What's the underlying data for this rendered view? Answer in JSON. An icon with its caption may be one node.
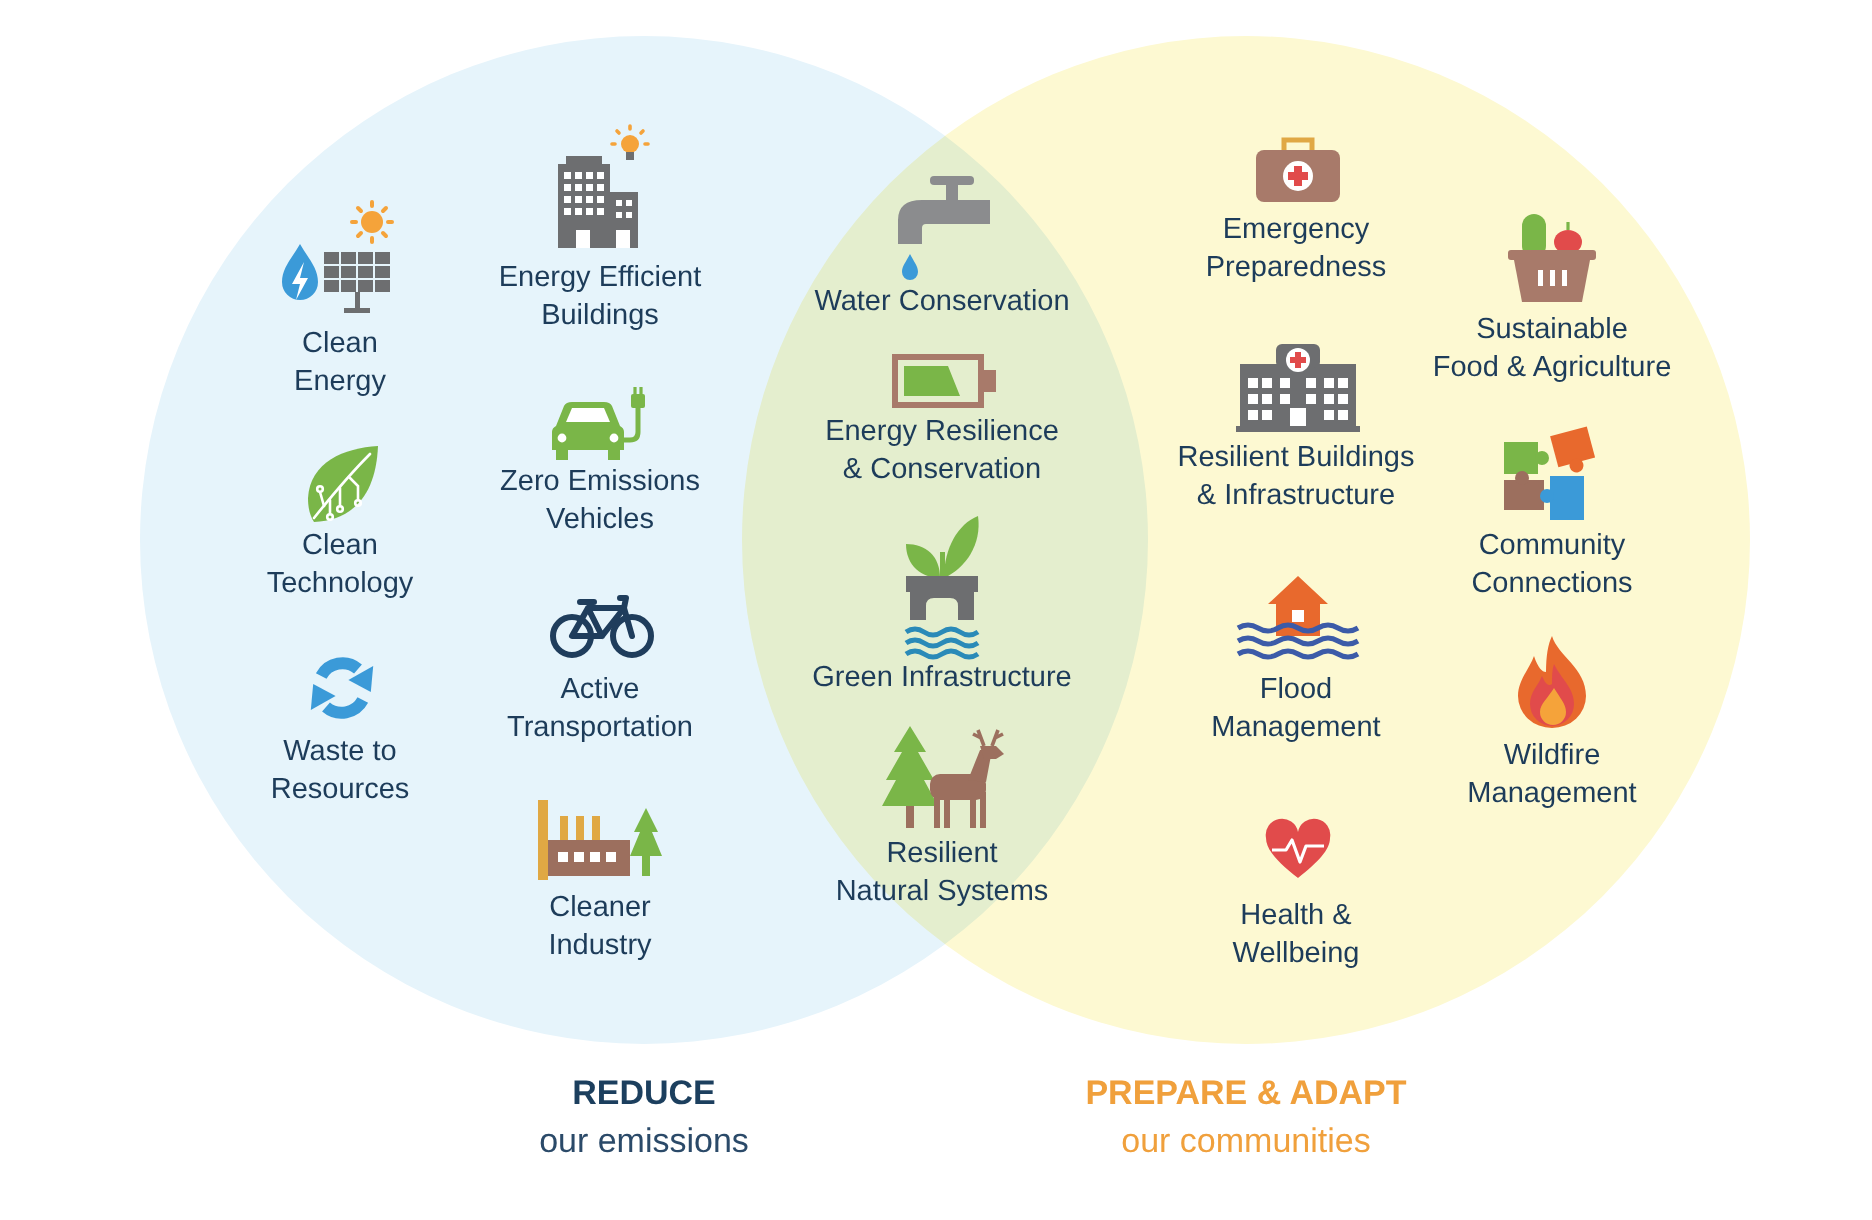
{
  "diagram": {
    "nodes": [
      {
        "text": [
          "REDUCE",
          "our emissions"
        ]
      },
      {
        "text": [
          "PREPARE & ADAPT",
          "our communities"
        ]
      }
    ],
    "labels": [
      "Clean Energy",
      "Clean Technology",
      "Waste to Resources",
      "Energy Efficient Buildings",
      "Zero Emissions Vehicles",
      "Active Transportation",
      "Cleaner Industry",
      "Water Conservation",
      "Energy Resilience & Conservation",
      "Green Infrastructure",
      "Resilient Natural Systems",
      "Emergency Preparedness",
      "Resilient Buildings & Infrastructure",
      "Flood Management",
      "Health & Wellbeing",
      "Sustainable Food & Agriculture",
      "Community Connections",
      "Wildfire Management"
    ]
  }
}
